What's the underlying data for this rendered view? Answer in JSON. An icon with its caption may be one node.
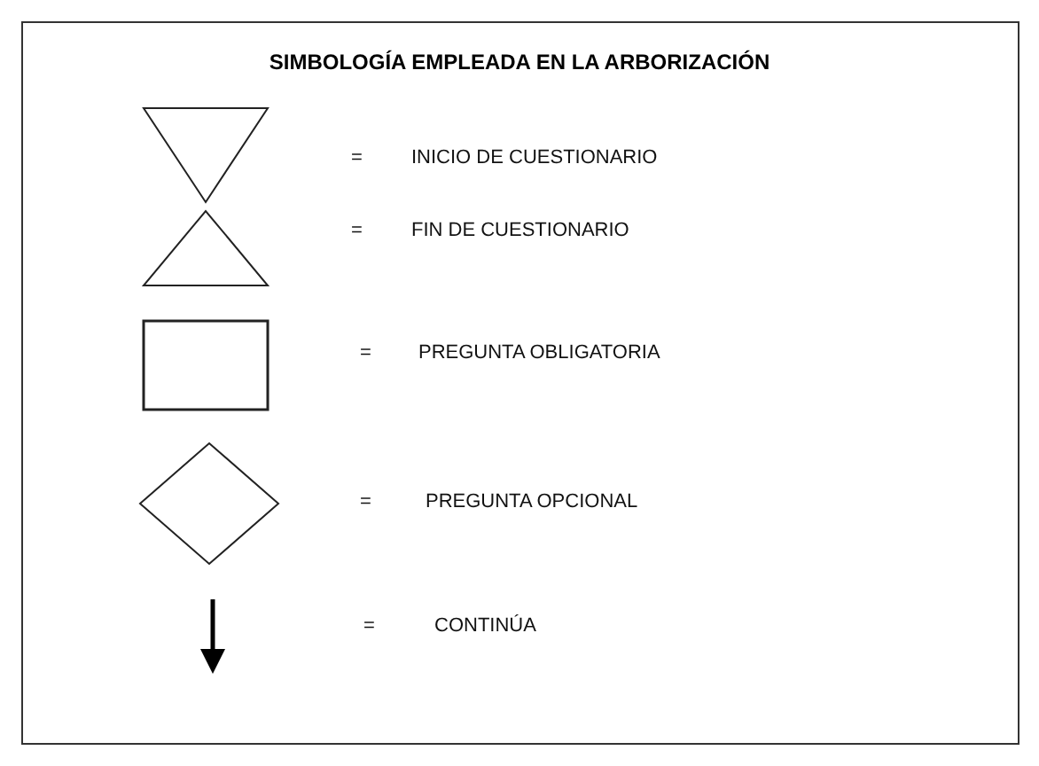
{
  "diagram": {
    "title": "SIMBOLOGÍA EMPLEADA EN LA ARBORIZACIÓN",
    "labels": [
      "=",
      "=",
      "=",
      "=",
      "="
    ],
    "legend": [
      {
        "text": "INICIO DE CUESTIONARIO"
      },
      {
        "text": "FIN DE CUESTIONARIO"
      },
      {
        "text": "PREGUNTA OBLIGATORIA"
      },
      {
        "text": "PREGUNTA OPCIONAL"
      },
      {
        "text": "CONTINÚA"
      }
    ]
  }
}
